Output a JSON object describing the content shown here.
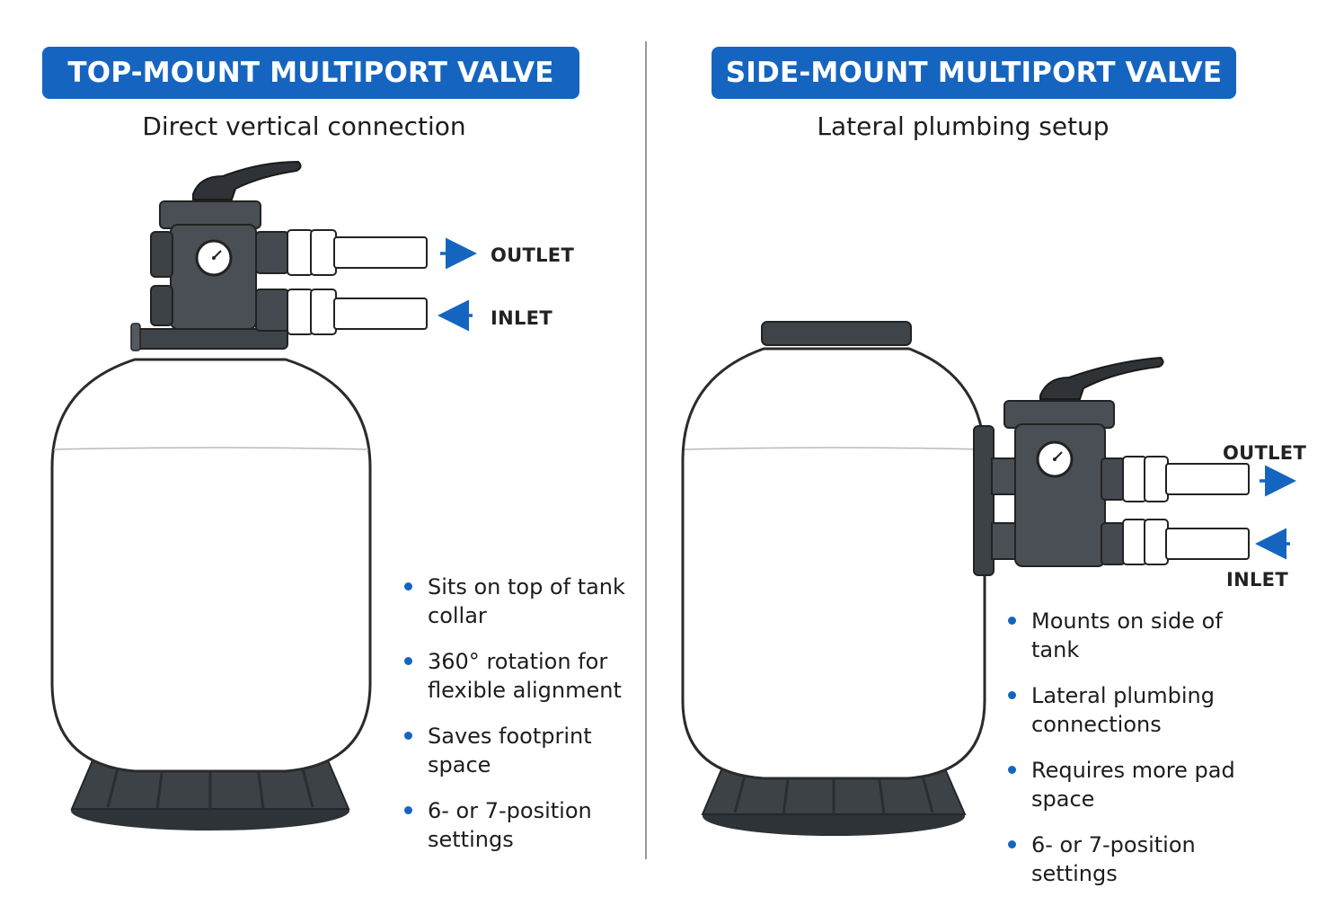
{
  "left": {
    "title": "TOP-MOUNT MULTIPORT VALVE",
    "subtitle": "Direct vertical connection",
    "outlet_label": "OUTLET",
    "inlet_label": "INLET",
    "bullets": [
      "Sits on top of tank collar",
      "360° rotation for flexible alignment",
      "Saves footprint space",
      "6- or 7-position settings"
    ]
  },
  "right": {
    "title": "SIDE-MOUNT MULTIPORT VALVE",
    "subtitle": "Lateral plumbing setup",
    "outlet_label": "OUTLET",
    "inlet_label": "INLET",
    "bullets": [
      "Mounts on side of tank",
      "Lateral plumbing connections",
      "Requires more pad space",
      "6- or 7-position settings"
    ]
  },
  "colors": {
    "accent": "#1565c0",
    "valve": "#4a4f55",
    "base": "#3b4045",
    "tank": "#ffffff"
  }
}
